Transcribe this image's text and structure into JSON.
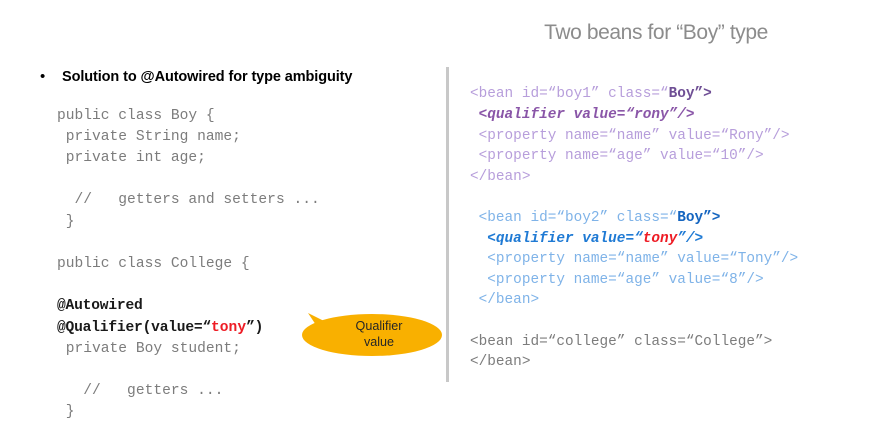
{
  "slide": {
    "background": "#ffffff",
    "divider_color": "#c8c8c8"
  },
  "left": {
    "bullet_glyph": "•",
    "bullet_text": "Solution to @Autowired for type ambiguity",
    "java_lines": [
      {
        "text": "public class Boy {",
        "style": "plain"
      },
      {
        "text": " private String name;",
        "style": "plain"
      },
      {
        "text": " private int age;",
        "style": "plain"
      },
      {
        "text": "",
        "style": "plain"
      },
      {
        "text": "  //   getters and setters ...",
        "style": "plain"
      },
      {
        "text": " }",
        "style": "plain"
      },
      {
        "text": "",
        "style": "plain"
      },
      {
        "text": "public class College {",
        "style": "plain"
      },
      {
        "text": "",
        "style": "plain"
      },
      {
        "text": "@Autowired",
        "style": "bold"
      },
      {
        "text": "@Qualifier(value=“tony”)",
        "style": "bold-red-arg"
      },
      {
        "text": " private Boy student;",
        "style": "plain"
      },
      {
        "text": "",
        "style": "plain"
      },
      {
        "text": "   //   getters ...",
        "style": "plain"
      },
      {
        "text": " }",
        "style": "plain"
      }
    ],
    "qualifier_arg": "tony",
    "callout": {
      "label": "Qualifier\nvalue",
      "fill_color": "#f9b000",
      "text_color": "#262626"
    },
    "code_color": "#7c7c7c",
    "accent_red": "#ee1c25"
  },
  "right": {
    "title": "Two beans for “Boy” type",
    "title_color": "#8c8c8c",
    "xml_blocks": [
      {
        "name": "bean-boy1",
        "color": "#b79edb",
        "lines": [
          {
            "text": "<bean id=“boy1” class=“",
            "style": "purple",
            "tail": "Boy”>",
            "tail_style": "purple-strong"
          },
          {
            "text": " <qualifier value=“rony”/>",
            "style": "purple-bold"
          },
          {
            "text": " <property name=“name” value=“Rony”/>",
            "style": "purple"
          },
          {
            "text": " <property name=“age” value=“10”/>",
            "style": "purple"
          },
          {
            "text": "</bean>",
            "style": "purple"
          }
        ]
      },
      {
        "name": "bean-boy2",
        "color": "#7fb3e8",
        "lines": [
          {
            "text": " <bean id=“boy2” class=“",
            "style": "blue",
            "tail": "Boy”>",
            "tail_style": "blue-strong"
          },
          {
            "text": "  <qualifier value=“",
            "style": "blue-bold",
            "mid": "tony",
            "mid_style": "red",
            "tail": "”/>",
            "tail_style": "blue-bold"
          },
          {
            "text": "  <property name=“name” value=“Tony”/>",
            "style": "blue"
          },
          {
            "text": "  <property name=“age” value=“8”/>",
            "style": "blue"
          },
          {
            "text": " </bean>",
            "style": "blue"
          }
        ]
      },
      {
        "name": "bean-college",
        "color": "#7c7c7c",
        "lines": [
          {
            "text": "<bean id=“college” class=“College”>",
            "style": "gray"
          },
          {
            "text": "</bean>",
            "style": "gray"
          }
        ]
      }
    ]
  }
}
